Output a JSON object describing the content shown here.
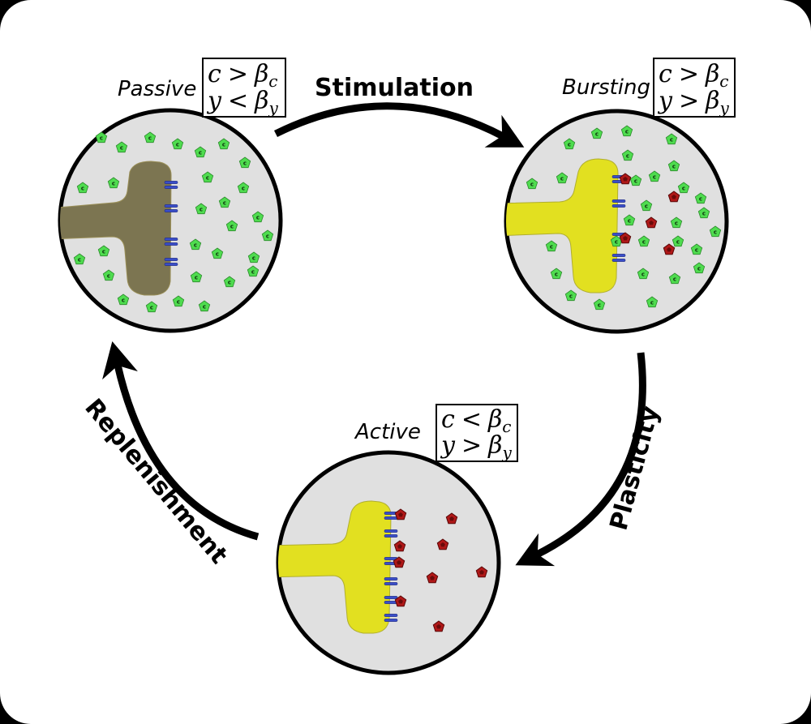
{
  "colors": {
    "background": "#ffffff",
    "frame": "#000000",
    "circle_fill": "#e0e0e0",
    "passive_terminal": "#7c7551",
    "active_terminal": "#e2e020",
    "receptor": "#3a4ec8",
    "calcium_marker": "#4fdc4f",
    "neurotransmitter": "#b01818"
  },
  "states": [
    {
      "id": "passive",
      "label": "Passive",
      "condition": {
        "c_op": ">",
        "y_op": "<"
      }
    },
    {
      "id": "bursting",
      "label": "Bursting",
      "condition": {
        "c_op": ">",
        "y_op": ">"
      }
    },
    {
      "id": "active",
      "label": "Active",
      "condition": {
        "c_op": "<",
        "y_op": ">"
      }
    }
  ],
  "condition_symbols": {
    "c": "c",
    "y": "y",
    "beta": "β",
    "beta_c_sub": "c",
    "beta_y_sub": "y"
  },
  "transitions": [
    {
      "from": "passive",
      "to": "bursting",
      "label": "Stimulation"
    },
    {
      "from": "bursting",
      "to": "active",
      "label": "Plasticity"
    },
    {
      "from": "active",
      "to": "passive",
      "label": "Replenishment"
    }
  ],
  "marker_letter": "c",
  "icons": {
    "calcium_marker": "green-pentagon-icon",
    "neurotransmitter": "red-pentagon-icon",
    "receptor": "receptor-icon"
  }
}
